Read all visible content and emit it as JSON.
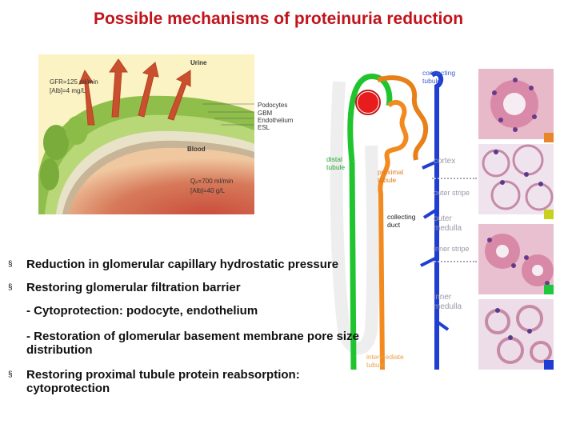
{
  "title": "Possible mechanisms of proteinuria reduction",
  "glomerulus": {
    "urine": "Urine",
    "gfr": "GFR=125 ml/min",
    "alb_urine": "[Alb]=4 mg/L",
    "podocytes": "Podocytes",
    "gbm": "GBM",
    "endothelium": "Endothelium",
    "esl": "ESL",
    "blood": "Blood",
    "qp": "Qₚ=700 ml/min",
    "alb_blood": "[Alb]=40 g/L"
  },
  "nephron": {
    "connecting_tubule": "connecting\ntubule",
    "distal_tubule": "distal\ntubule",
    "proximal_tubule": "proximal\ntubule",
    "collecting_duct": "collecting\nduct",
    "intermediate_tubule": "intermediate\ntubule",
    "cortex": "cortex",
    "outer_stripe": "outer stripe",
    "outer_medulla": "outer\nmedulla",
    "inner_stripe": "inner stripe",
    "inner_medulla": "inner\nmedulla"
  },
  "histology_colors": [
    "#e8862a",
    "#c8d21e",
    "#1ec83c",
    "#1e3cd2"
  ],
  "bullets": [
    {
      "marker": "§",
      "text": "Reduction in glomerular capillary hydrostatic pressure"
    },
    {
      "marker": "§",
      "text": "Restoring glomerular filtration barrier"
    },
    {
      "marker": "§",
      "text": "Restoring proximal tubule protein reabsorption: cytoprotection"
    }
  ],
  "sub_items": [
    "- Cytoprotection:  podocyte, endothelium",
    "- Restoration of  glomerular basement membrane pore size distribution"
  ]
}
